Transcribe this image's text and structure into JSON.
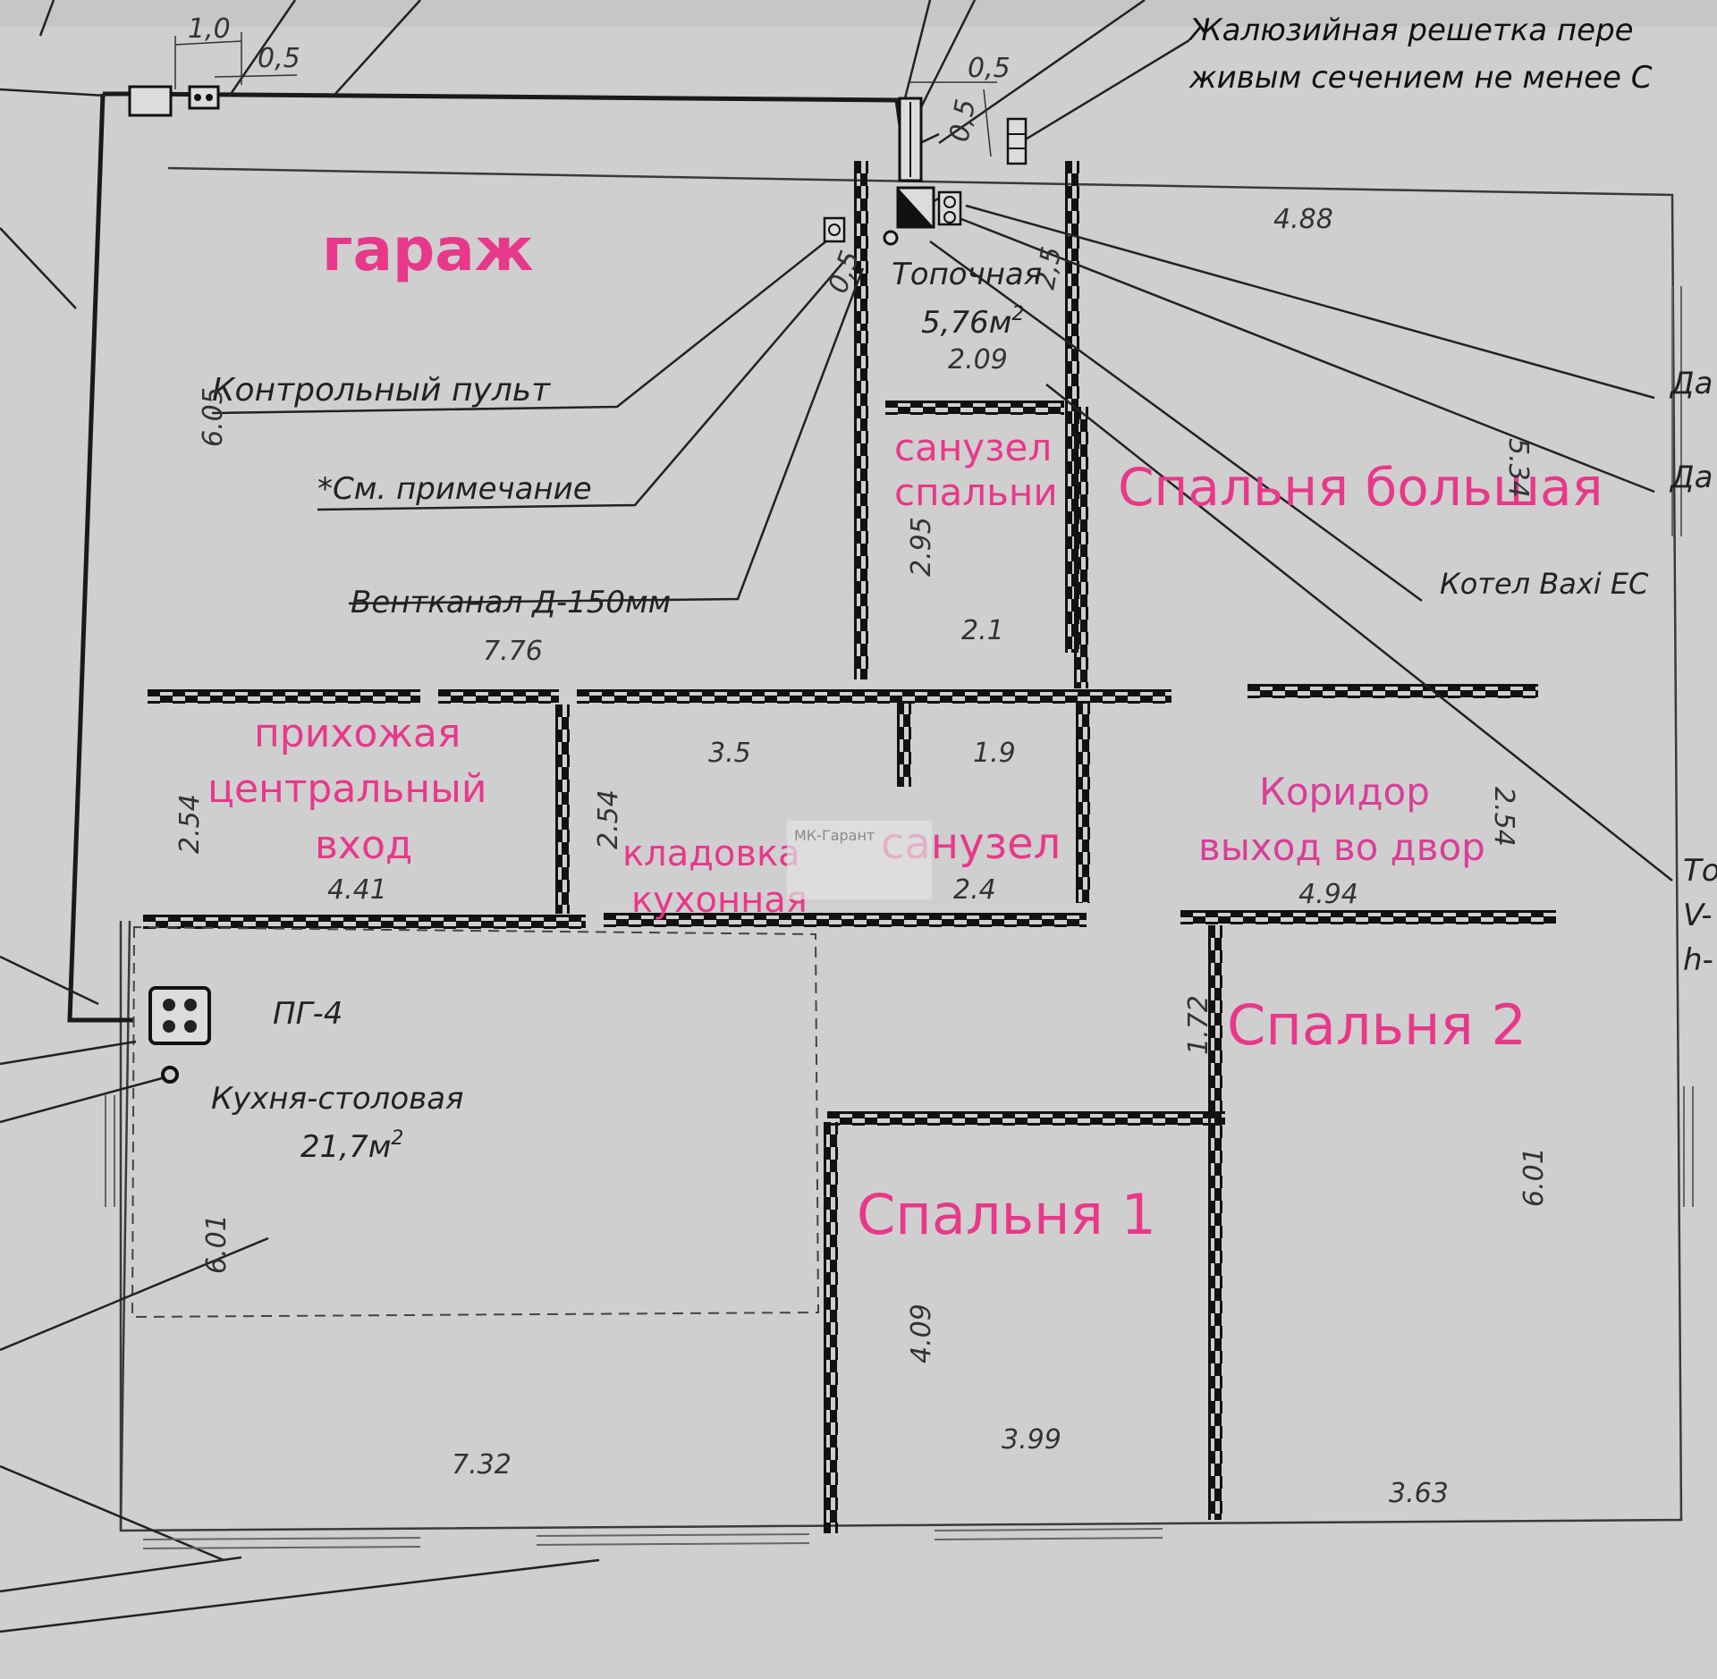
{
  "colors": {
    "paper": "#cfcfcf",
    "line": "#1a1a1a",
    "wall_fill": "#111111",
    "room_label": "#e8388a",
    "corridor_label": "#d83f98"
  },
  "top_notes": {
    "grille_line1": "Жалюзийная решетка пере",
    "grille_line2": "живым сечением не менее С"
  },
  "top_dimensions": {
    "d1": "1,0",
    "d2": "0,5",
    "d3": "0,5",
    "d4": "0,5",
    "d5": "0,5",
    "d6": "2,5"
  },
  "callouts": {
    "control_panel": "Контрольный пульт",
    "see_note": "*См. примечание",
    "vent_channel": "Вентканал Д-150мм",
    "boiler": "Котел Baxi EC",
    "da1": "Да",
    "da2": "Да",
    "to_line1": "То",
    "to_line2": "V-",
    "to_line3": "h-"
  },
  "rooms": {
    "garage": "гараж",
    "furnace_name": "Топочная",
    "furnace_area": "5,76м",
    "furnace_area_sup": "2",
    "bath_bedroom_line1": "санузел",
    "bath_bedroom_line2": "спальни",
    "big_bedroom": "Спальня большая",
    "hall_line1": "прихожая",
    "hall_line2": "центральный",
    "hall_line3": "вход",
    "pantry_line1": "кладовка",
    "pantry_line2": "кухонная",
    "bathroom": "санузел",
    "corridor_line1": "Коридор",
    "corridor_line2": "выход во двор",
    "bedroom2": "Спальня 2",
    "bedroom1": "Спальня 1",
    "kitchen_name": "Кухня-столовая",
    "kitchen_area": "21,7м",
    "kitchen_area_sup": "2",
    "stove": "ПГ-4"
  },
  "watermark": "МК-Гарант",
  "dimensions": {
    "d_4_88": "4.88",
    "d_6_05": "6.05",
    "d_5_34": "5.34",
    "d_2_09": "2.09",
    "d_2_95": "2.95",
    "d_2_1": "2.1",
    "d_7_76": "7.76",
    "d_3_5": "3.5",
    "d_1_9": "1.9",
    "d_2_54_a": "2.54",
    "d_2_54_b": "2.54",
    "d_2_54_c": "2.54",
    "d_4_41": "4.41",
    "d_2_4": "2.4",
    "d_4_94": "4.94",
    "d_1_72": "1.72",
    "d_6_01_a": "6.01",
    "d_6_01_b": "6.01",
    "d_4_09": "4.09",
    "d_3_99": "3.99",
    "d_7_32": "7.32",
    "d_3_63": "3.63"
  }
}
